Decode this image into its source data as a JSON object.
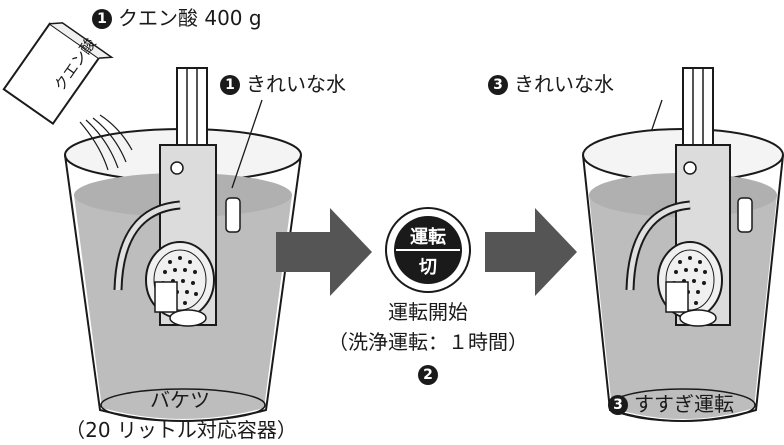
{
  "steps": {
    "step1_citric": {
      "num": "1",
      "text": "クエン酸 400 g"
    },
    "step1_water": {
      "num": "1",
      "text": "きれいな水"
    },
    "step3_water": {
      "num": "3",
      "text": "きれいな水"
    },
    "step3_rinse": {
      "num": "3",
      "text": "すすぎ運転"
    },
    "step2": {
      "num": "2"
    }
  },
  "package_label": "クエン酸",
  "button": {
    "top_label": "運転",
    "bottom_label": "切"
  },
  "operation": {
    "line1": "運転開始",
    "line2": "（洗浄運転：１時間）"
  },
  "bucket": {
    "line1": "バケツ",
    "line2": "（20 リットル対応容器）"
  },
  "colors": {
    "arrow": "#555555",
    "water": "#bdbdbd",
    "ink": "#1a1a1a"
  }
}
